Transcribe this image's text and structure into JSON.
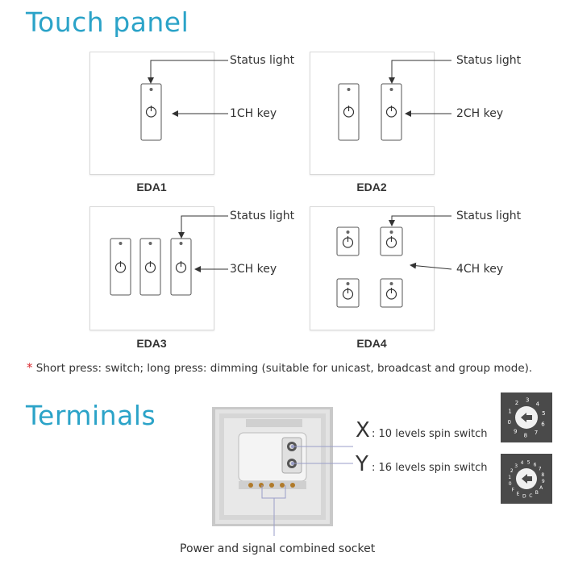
{
  "touch_panel": {
    "title": "Touch panel",
    "status_light": "Status light",
    "panels": [
      {
        "name": "EDA1",
        "key_label": "1CH key"
      },
      {
        "name": "EDA2",
        "key_label": "2CH key"
      },
      {
        "name": "EDA3",
        "key_label": "3CH key"
      },
      {
        "name": "EDA4",
        "key_label": "4CH key"
      }
    ],
    "note_symbol": "*",
    "note": "Short press: switch; long press: dimming (suitable for unicast, broadcast and group mode)."
  },
  "terminals": {
    "title": "Terminals",
    "x_letter": "X",
    "x_sep": ":",
    "x_label": "10 levels spin switch",
    "y_letter": "Y",
    "y_sep": ":",
    "y_label": "16 levels spin switch",
    "socket_label": "Power and signal combined socket",
    "dial_x_numbers": [
      "0",
      "1",
      "2",
      "3",
      "4",
      "5",
      "6",
      "7",
      "8",
      "9"
    ],
    "dial_y_numbers": [
      "0",
      "1",
      "2",
      "3",
      "4",
      "5",
      "6",
      "7",
      "8",
      "9",
      "A",
      "B",
      "C",
      "D",
      "E",
      "F"
    ]
  },
  "colors": {
    "title": "#2ba3c8",
    "note_star": "#d9282f",
    "dial_bg": "#4a4a4a"
  }
}
